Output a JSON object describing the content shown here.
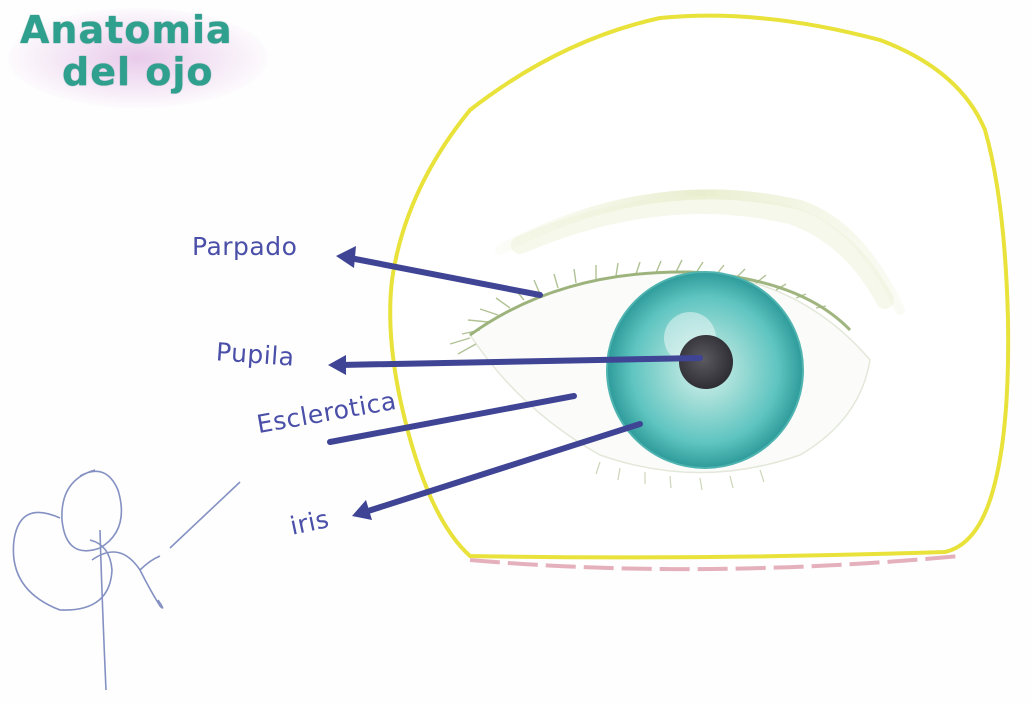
{
  "title": {
    "line1": "Anatomia",
    "line2": "del ojo"
  },
  "labels": {
    "parpado": "Parpado",
    "pupila": "Pupila",
    "esclerotica": "Esclerotica",
    "iris": "iris"
  },
  "colors": {
    "frame": "#e8e23a",
    "frame_shadow": "#d98fa0",
    "iris": "#5ec4c0",
    "iris_dark": "#2e9b9a",
    "pupil": "#3c3c42",
    "arrows": "#3f4494",
    "labels": "#4a4fa8",
    "title": "#2f9f8e",
    "title_glow": "#ce8cd2",
    "lashes": "#8fa86a",
    "signature": "#6f7fb8"
  },
  "icons": {
    "eye": "eye-illustration",
    "signature": "signature-scribble"
  }
}
